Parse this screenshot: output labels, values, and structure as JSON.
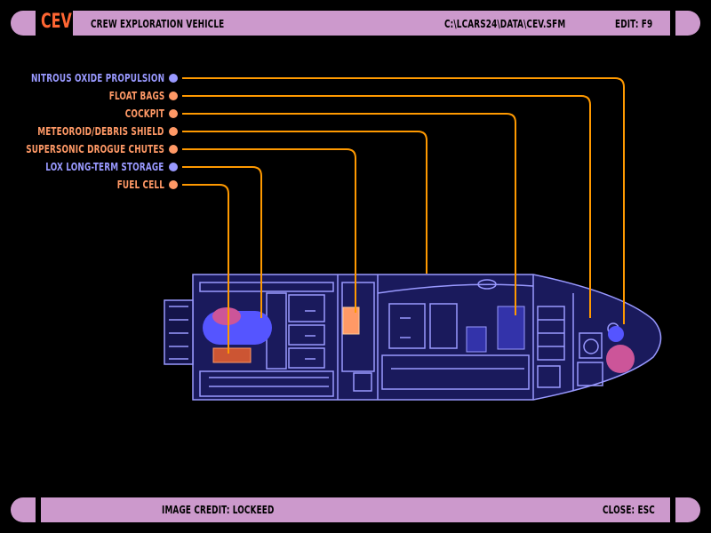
{
  "header": {
    "logo": "CEV",
    "title": "CREW EXPLORATION VEHICLE",
    "file_path": "C:\\LCARS24\\DATA\\CEV.SFM",
    "edit_label": "EDIT: F9"
  },
  "footer": {
    "credit": "IMAGE CREDIT: LOCKEED",
    "close_label": "CLOSE: ESC"
  },
  "callouts": [
    {
      "label": "NITROUS OXIDE PROPULSION",
      "color": "#9999ff"
    },
    {
      "label": "FLOAT BAGS",
      "color": "#ff9966"
    },
    {
      "label": "COCKPIT",
      "color": "#ff9966"
    },
    {
      "label": "METEOROID/DEBRIS SHIELD",
      "color": "#ff9966"
    },
    {
      "label": "SUPERSONIC DROGUE CHUTES",
      "color": "#ff9966"
    },
    {
      "label": "LOX LONG-TERM STORAGE",
      "color": "#9999ff"
    },
    {
      "label": "FUEL CELL",
      "color": "#ff9966"
    }
  ],
  "colors": {
    "lcars_bar": "#cc99cc",
    "leader_line": "#ff9900",
    "blueprint": "#9999ff"
  }
}
